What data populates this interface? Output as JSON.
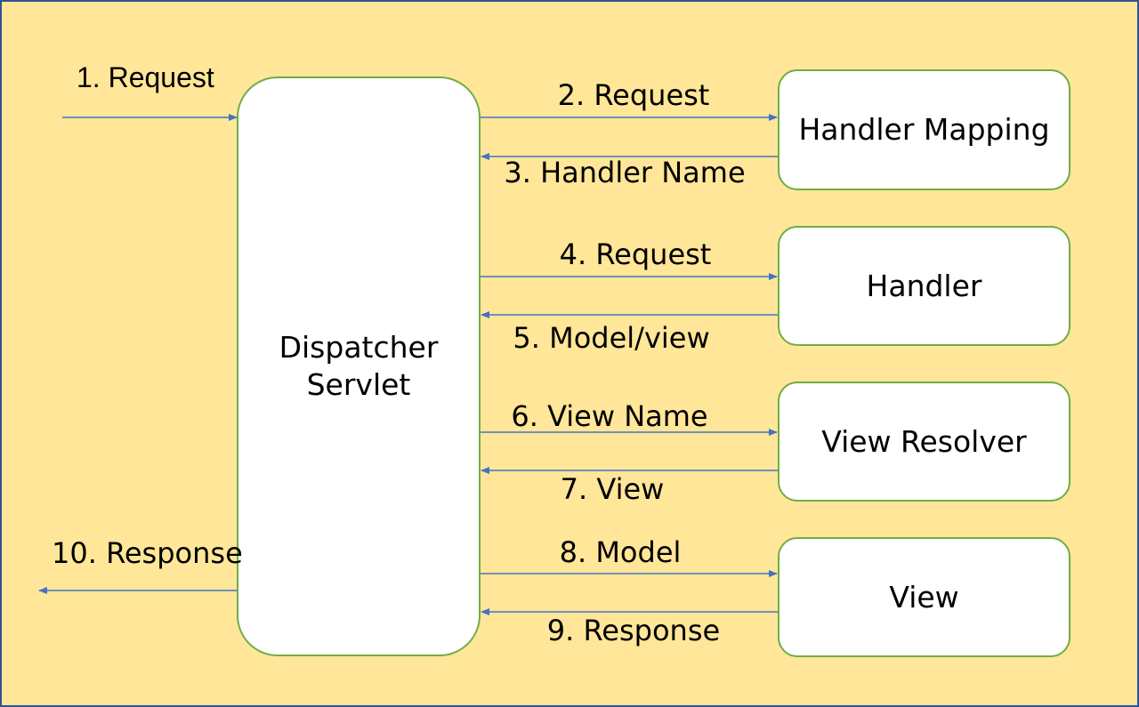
{
  "colors": {
    "background": "#ffe699",
    "frame_border": "#2f5597",
    "node_border": "#70ad47",
    "node_fill": "#ffffff",
    "arrow": "#4472c4"
  },
  "nodes": {
    "dispatcher": "Dispatcher\nServlet",
    "handler_mapping": "Handler Mapping",
    "handler": "Handler",
    "view_resolver": "View Resolver",
    "view": "View"
  },
  "edges": {
    "e1": "1. Request",
    "e2": "2. Request",
    "e3": "3. Handler Name",
    "e4": "4. Request",
    "e5": "5. Model/view",
    "e6": "6. View Name",
    "e7": "7. View",
    "e8": "8. Model",
    "e9": "9. Response",
    "e10": "10. Response"
  }
}
